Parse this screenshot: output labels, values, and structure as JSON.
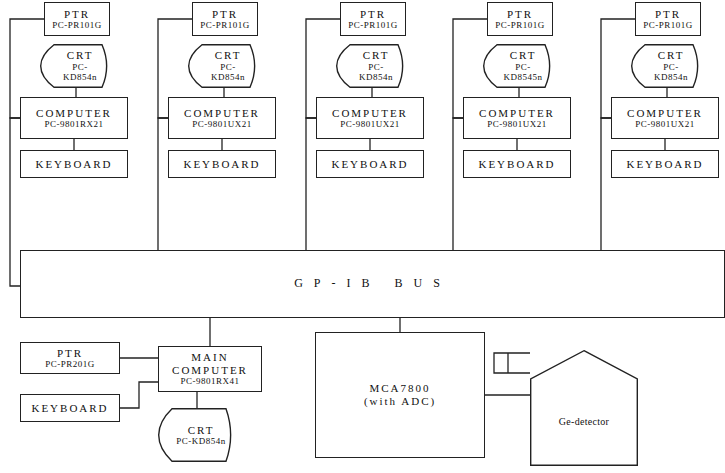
{
  "diagram": {
    "nodes": [
      {
        "text": [
          "PTR",
          "PC-PR101G"
        ]
      },
      {
        "text": [
          "CRT",
          "PC-KD854n"
        ]
      },
      {
        "text": [
          "COMPUTER",
          "PC-9801RX21"
        ]
      },
      {
        "text": [
          "KEYBOARD"
        ]
      },
      {
        "text": [
          "PTR",
          "PC-PR101G"
        ]
      },
      {
        "text": [
          "CRT",
          "PC-KD854n"
        ]
      },
      {
        "text": [
          "COMPUTER",
          "PC-9801UX21"
        ]
      },
      {
        "text": [
          "KEYBOARD"
        ]
      },
      {
        "text": [
          "PTR",
          "PC-PR101G"
        ]
      },
      {
        "text": [
          "CRT",
          "PC-KD854n"
        ]
      },
      {
        "text": [
          "COMPUTER",
          "PC-9801UX21"
        ]
      },
      {
        "text": [
          "KEYBOARD"
        ]
      },
      {
        "text": [
          "PTR",
          "PC-PR101G"
        ]
      },
      {
        "text": [
          "CRT",
          "PC-KD8545n"
        ]
      },
      {
        "text": [
          "COMPUTER",
          "PC-9801UX21"
        ]
      },
      {
        "text": [
          "KEYBOARD"
        ]
      },
      {
        "text": [
          "PTR",
          "PC-PR101G"
        ]
      },
      {
        "text": [
          "CRT",
          "PC-KD854n"
        ]
      },
      {
        "text": [
          "COMPUTER",
          "PC-9801UX21"
        ]
      },
      {
        "text": [
          "KEYBOARD"
        ]
      },
      {
        "text": [
          "GP-IB BUS"
        ]
      },
      {
        "text": [
          "PTR",
          "PC-PR201G"
        ]
      },
      {
        "text": [
          "MAIN COMPUTER",
          "PC-9801RX41"
        ]
      },
      {
        "text": [
          "KEYBOARD"
        ]
      },
      {
        "text": [
          "CRT",
          "PC-KD854n"
        ]
      },
      {
        "text": [
          "MCA7800",
          "(with ADC)"
        ]
      },
      {
        "text": [
          "Ge-detector"
        ]
      }
    ],
    "edges": [
      {
        "from": 0,
        "to": 2,
        "arrow": "none"
      },
      {
        "from": 1,
        "to": 2,
        "arrow": "none"
      },
      {
        "from": 2,
        "to": 3,
        "arrow": "none"
      },
      {
        "from": 2,
        "to": 20,
        "arrow": "none"
      },
      {
        "from": 4,
        "to": 6,
        "arrow": "none"
      },
      {
        "from": 5,
        "to": 6,
        "arrow": "none"
      },
      {
        "from": 6,
        "to": 7,
        "arrow": "none"
      },
      {
        "from": 6,
        "to": 20,
        "arrow": "none"
      },
      {
        "from": 8,
        "to": 10,
        "arrow": "none"
      },
      {
        "from": 9,
        "to": 10,
        "arrow": "none"
      },
      {
        "from": 10,
        "to": 11,
        "arrow": "none"
      },
      {
        "from": 10,
        "to": 20,
        "arrow": "none"
      },
      {
        "from": 12,
        "to": 14,
        "arrow": "none"
      },
      {
        "from": 13,
        "to": 14,
        "arrow": "none"
      },
      {
        "from": 14,
        "to": 15,
        "arrow": "none"
      },
      {
        "from": 14,
        "to": 20,
        "arrow": "none"
      },
      {
        "from": 16,
        "to": 18,
        "arrow": "none"
      },
      {
        "from": 17,
        "to": 18,
        "arrow": "none"
      },
      {
        "from": 18,
        "to": 19,
        "arrow": "none"
      },
      {
        "from": 18,
        "to": 20,
        "arrow": "none"
      },
      {
        "from": 20,
        "to": 22,
        "arrow": "none"
      },
      {
        "from": 21,
        "to": 22,
        "arrow": "none"
      },
      {
        "from": 23,
        "to": 22,
        "arrow": "none"
      },
      {
        "from": 22,
        "to": 24,
        "arrow": "none"
      },
      {
        "from": 20,
        "to": 25,
        "arrow": "none"
      },
      {
        "from": 25,
        "to": 26,
        "arrow": "none"
      }
    ]
  }
}
